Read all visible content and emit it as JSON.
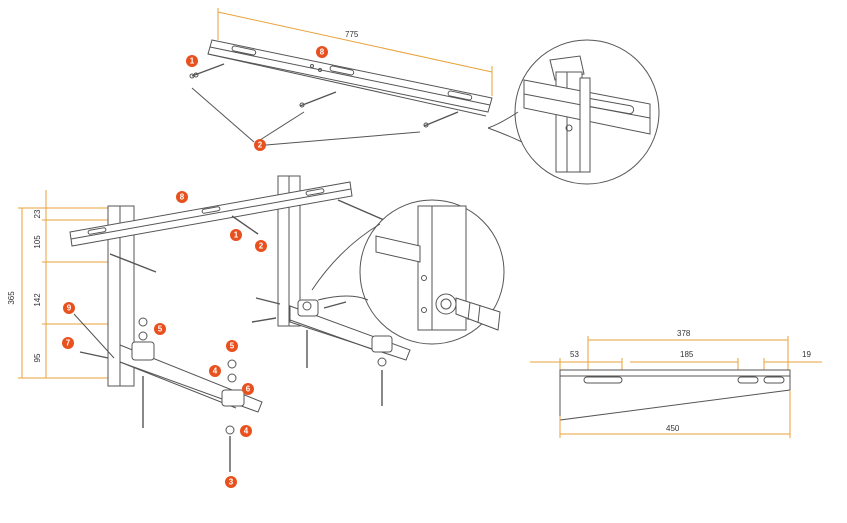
{
  "dimensions": {
    "rail_length": "775",
    "side_total": "365",
    "side_a": "23",
    "side_b": "105",
    "side_c": "142",
    "side_d": "95",
    "bracket_top": "378",
    "bracket_left_gap": "53",
    "bracket_mid": "185",
    "bracket_right_gap": "19",
    "bracket_length": "450"
  },
  "callouts": {
    "top_1": "1",
    "top_2": "2",
    "top_8": "8",
    "mid_8": "8",
    "mid_1": "1",
    "mid_2": "2",
    "mid_9": "9",
    "mid_7": "7",
    "mid_5a": "5",
    "mid_5b": "5",
    "mid_4a": "4",
    "mid_6": "6",
    "mid_4b": "4",
    "mid_3": "3"
  },
  "colors": {
    "accent": "#e8501e",
    "dimension": "#e8a33a",
    "line": "#555555"
  }
}
